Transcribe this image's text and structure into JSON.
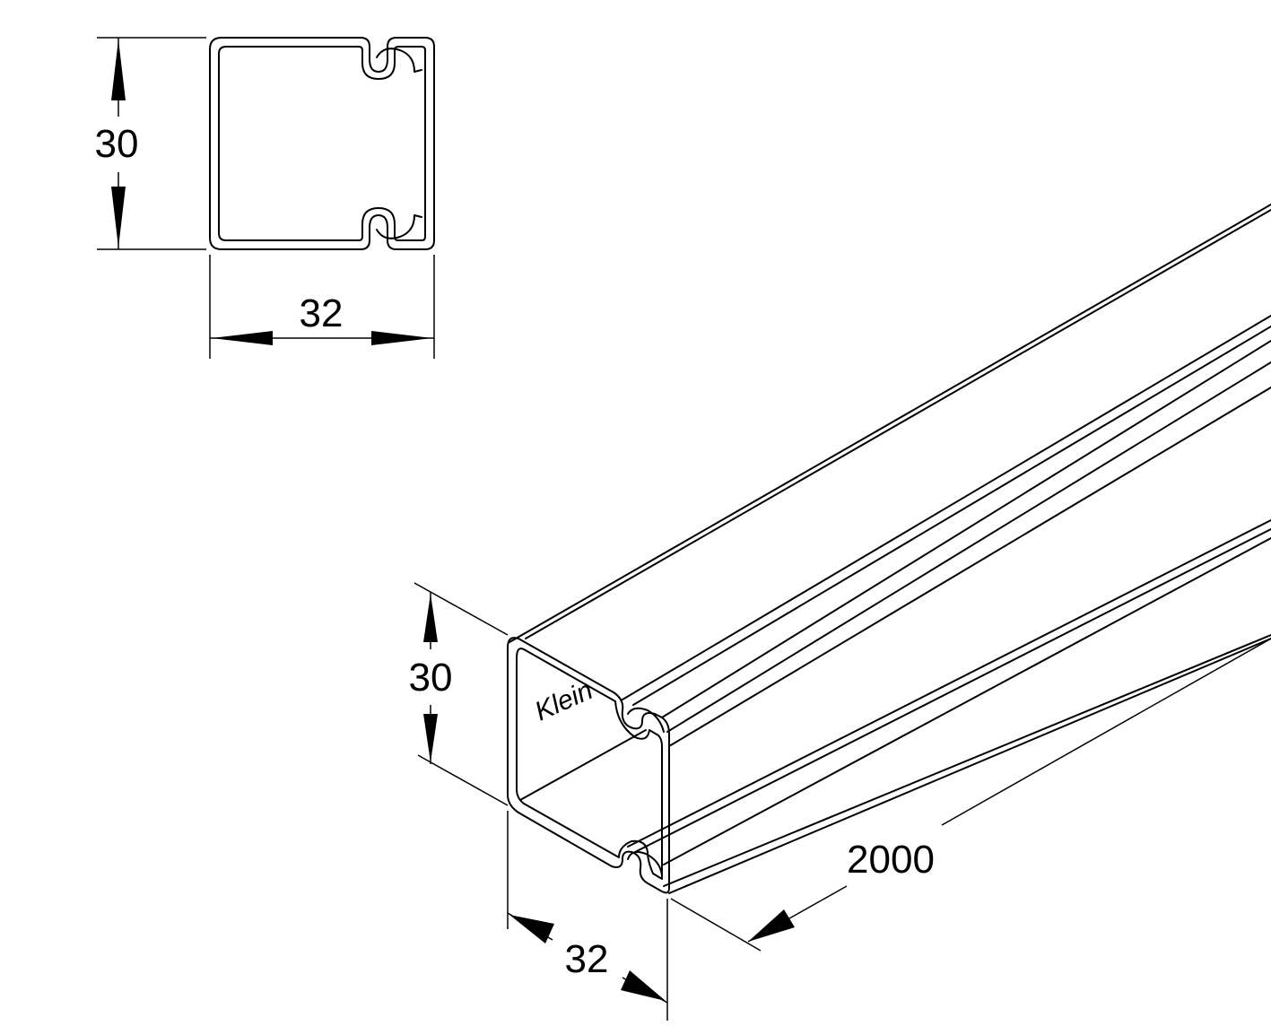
{
  "section_view": {
    "height_label": "30",
    "width_label": "32"
  },
  "iso_view": {
    "height_label": "30",
    "width_label": "32",
    "length_label": "2000",
    "logo_text": "Klein"
  },
  "colors": {
    "line": "#000000",
    "background": "#ffffff"
  }
}
